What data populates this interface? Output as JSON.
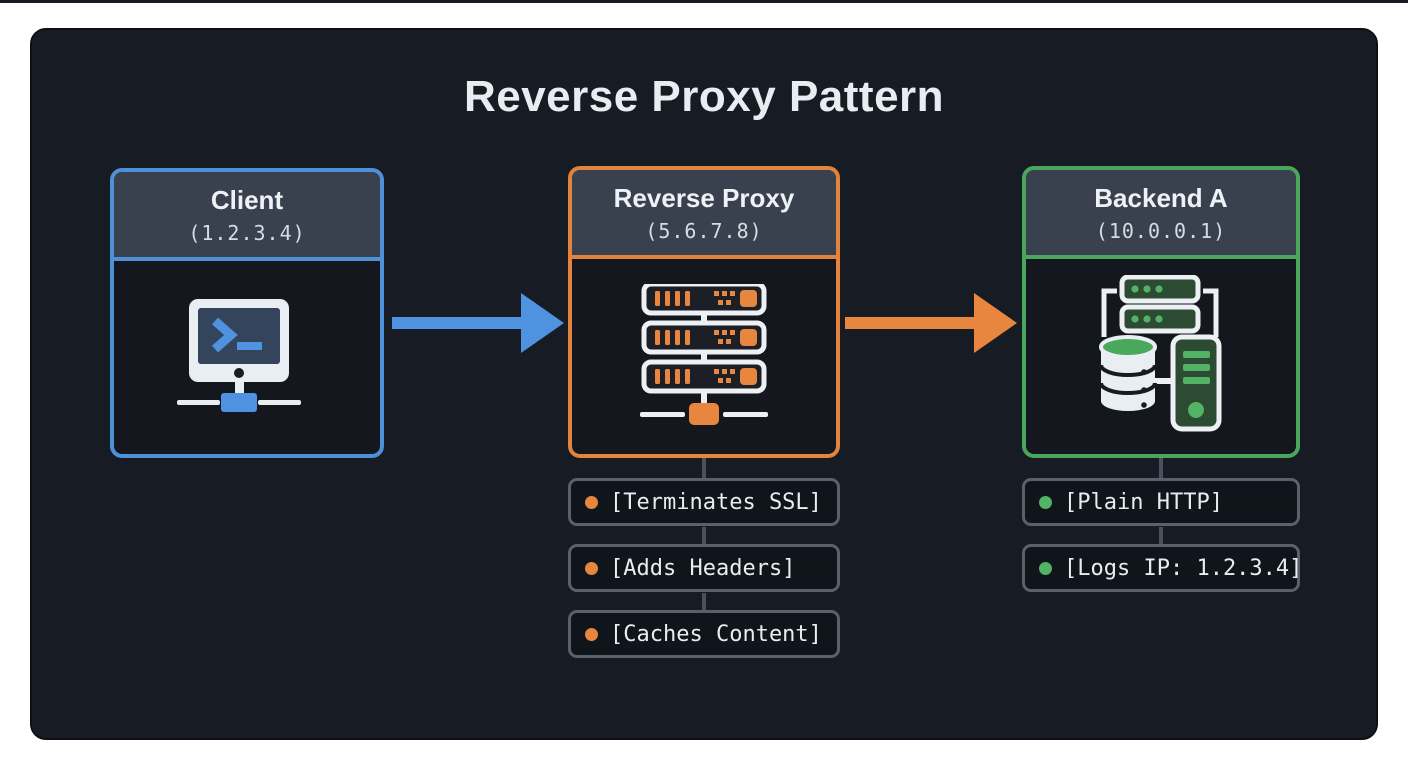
{
  "title": "Reverse Proxy Pattern",
  "colors": {
    "page_bg": "#ffffff",
    "card_bg": "#161b24",
    "header_bg": "#3a414e",
    "client_accent": "#4e90d9",
    "proxy_accent": "#e2833e",
    "backend_accent": "#4ca55c",
    "tag_border": "#59616d",
    "connector": "#4a515c",
    "text": "#e9edf2"
  },
  "nodes": {
    "client": {
      "title": "Client",
      "subtitle": "(1.2.3.4)",
      "icon": "terminal-monitor-icon"
    },
    "proxy": {
      "title": "Reverse Proxy",
      "subtitle": "(5.6.7.8)",
      "icon": "server-stack-icon"
    },
    "backend": {
      "title": "Backend A",
      "subtitle": "(10.0.0.1)",
      "icon": "database-server-icon"
    }
  },
  "connections": [
    {
      "from": "client",
      "to": "proxy",
      "color": "#4e90d9"
    },
    {
      "from": "proxy",
      "to": "backend",
      "color": "#e8863f"
    }
  ],
  "proxy_tags": [
    {
      "label": "[Terminates SSL]"
    },
    {
      "label": "[Adds Headers]"
    },
    {
      "label": "[Caches Content]"
    }
  ],
  "backend_tags": [
    {
      "label": "[Plain HTTP]"
    },
    {
      "label": "[Logs IP: 1.2.3.4]"
    }
  ]
}
